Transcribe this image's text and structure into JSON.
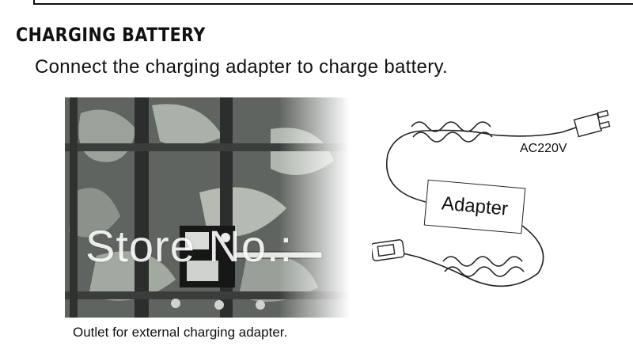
{
  "heading": "CHARGING BATTERY",
  "instruction": "Connect the charging adapter to charge battery.",
  "diagram": {
    "ac_label": "AC220V",
    "adapter_label": "Adapter"
  },
  "watermark": "Store No.:",
  "caption": "Outlet for external charging adapter."
}
